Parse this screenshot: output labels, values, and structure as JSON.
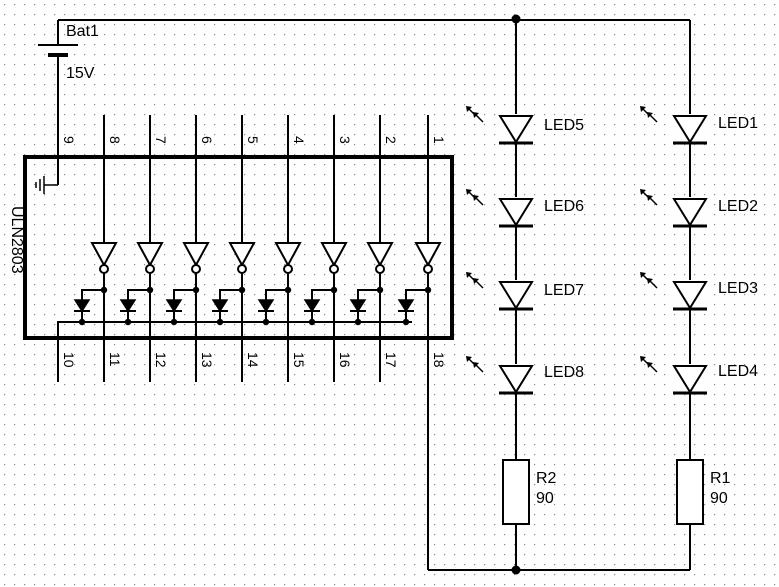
{
  "battery": {
    "name": "Bat1",
    "voltage": "15V"
  },
  "ic": {
    "name": "ULN2803",
    "top_pins": [
      "9",
      "8",
      "7",
      "6",
      "5",
      "4",
      "3",
      "2",
      "1"
    ],
    "bottom_pins": [
      "10",
      "11",
      "12",
      "13",
      "14",
      "15",
      "16",
      "17",
      "18"
    ]
  },
  "led_strings": [
    {
      "leds": [
        "LED5",
        "LED6",
        "LED7",
        "LED8"
      ],
      "resistor": {
        "name": "R2",
        "value": "90"
      }
    },
    {
      "leds": [
        "LED1",
        "LED2",
        "LED3",
        "LED4"
      ],
      "resistor": {
        "name": "R1",
        "value": "90"
      }
    }
  ]
}
